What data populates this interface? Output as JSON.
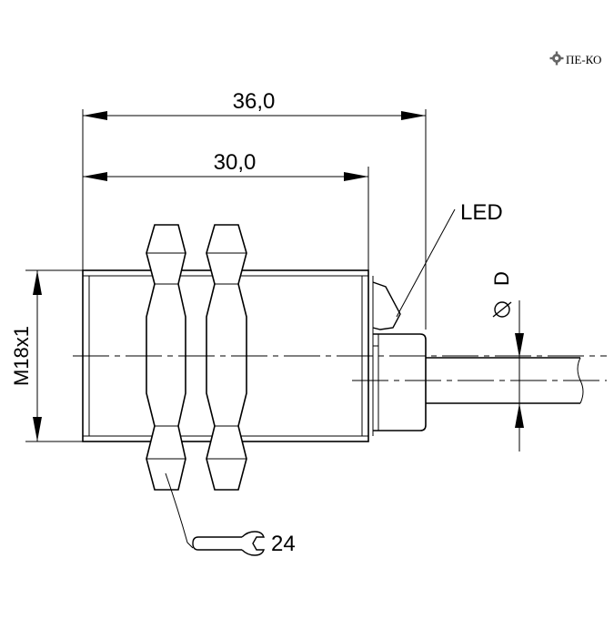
{
  "drawing": {
    "dim_overall": "36,0",
    "dim_body": "30,0",
    "thread_label": "M18x1",
    "led_label": "LED",
    "cable_diameter_label": "D",
    "wrench_size": "24"
  },
  "logo": {
    "text": "ПЕ-КО",
    "icon": "gear-icon"
  },
  "colors": {
    "line": "#000000",
    "background": "#ffffff"
  }
}
